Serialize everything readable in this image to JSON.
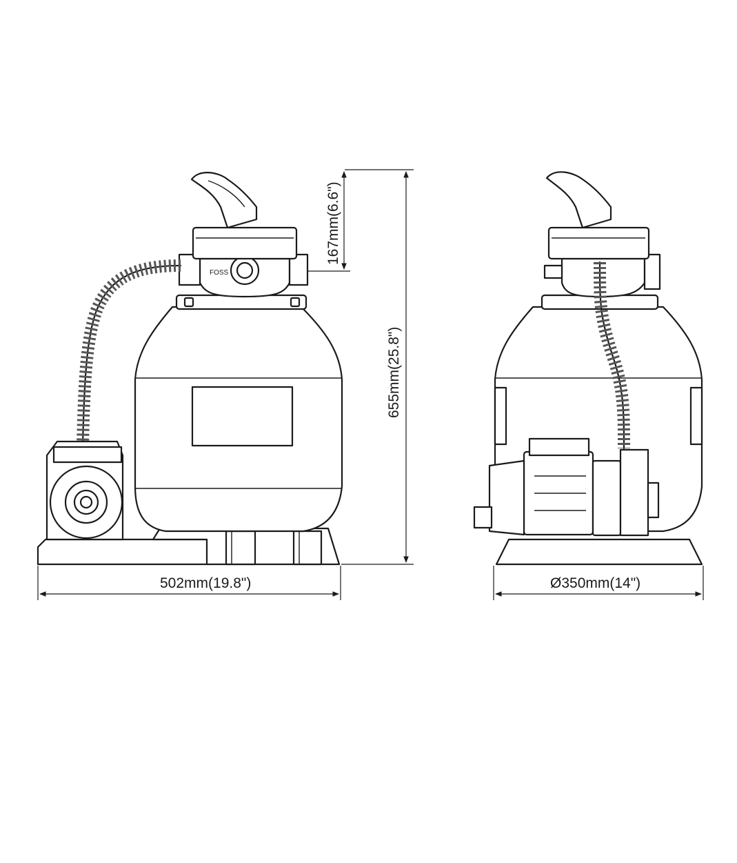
{
  "dimensions": {
    "width_label": "502mm(19.8\")",
    "height_label": "655mm(25.8\")",
    "valve_height_label": "167mm(6.6\")",
    "diameter_label": "Ø350mm(14\")"
  },
  "valve_badge": "FOSS",
  "colors": {
    "line": "#1a1a1a",
    "background": "#ffffff"
  }
}
